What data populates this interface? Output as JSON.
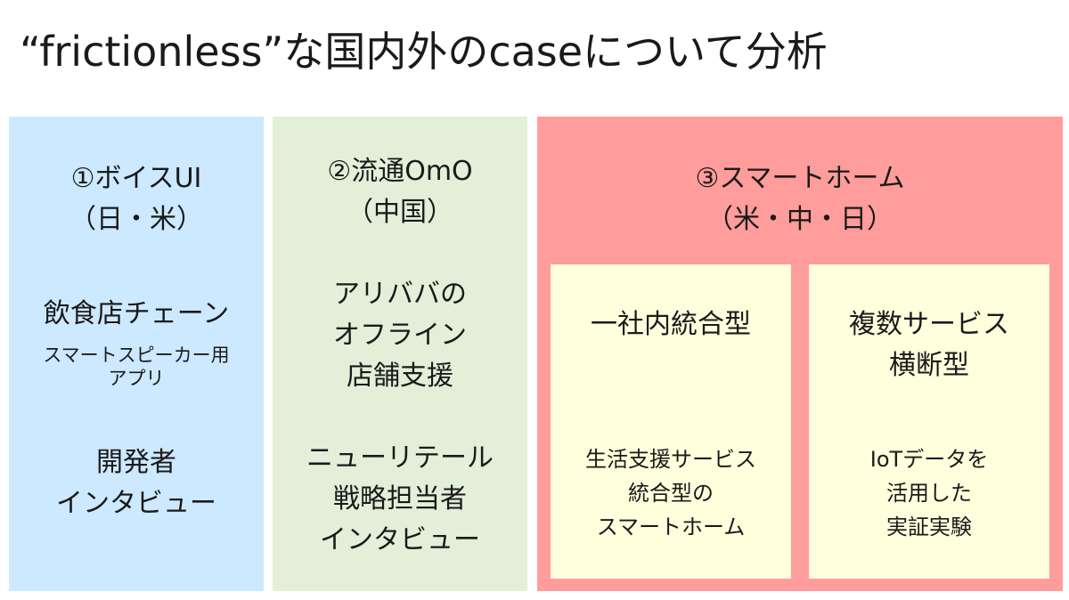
{
  "title": "“frictionless”な国内外のcaseについて分析",
  "panels": [
    {
      "heading": [
        "①ボイスUI",
        "（日・米）"
      ],
      "case": "飲食店チェーン",
      "case_sub": [
        "スマートスピーカー用",
        "アプリ"
      ],
      "method": [
        "開発者",
        "インタビュー"
      ]
    },
    {
      "heading": [
        "②流通OmO",
        "（中国）"
      ],
      "case": [
        "アリババの",
        "オフライン",
        "店舗支援"
      ],
      "method": [
        "ニューリテール",
        "戦略担当者",
        "インタビュー"
      ]
    },
    {
      "heading": [
        "③スマートホーム",
        "（米・中・日）"
      ],
      "subpanels": [
        {
          "type": "一社内統合型",
          "example": [
            "生活支援サービス",
            "統合型の",
            "スマートホーム"
          ]
        },
        {
          "type": [
            "複数サービス",
            "横断型"
          ],
          "example": [
            "IoTデータを",
            "活用した",
            "実証実験"
          ]
        }
      ]
    }
  ],
  "colors": {
    "panel1_bg": "#cce9ff",
    "panel2_bg": "#e3efd9",
    "panel3_bg": "#ff9c9c",
    "subpanel_bg": "#ffffdd",
    "text": "#1a1a1a"
  }
}
